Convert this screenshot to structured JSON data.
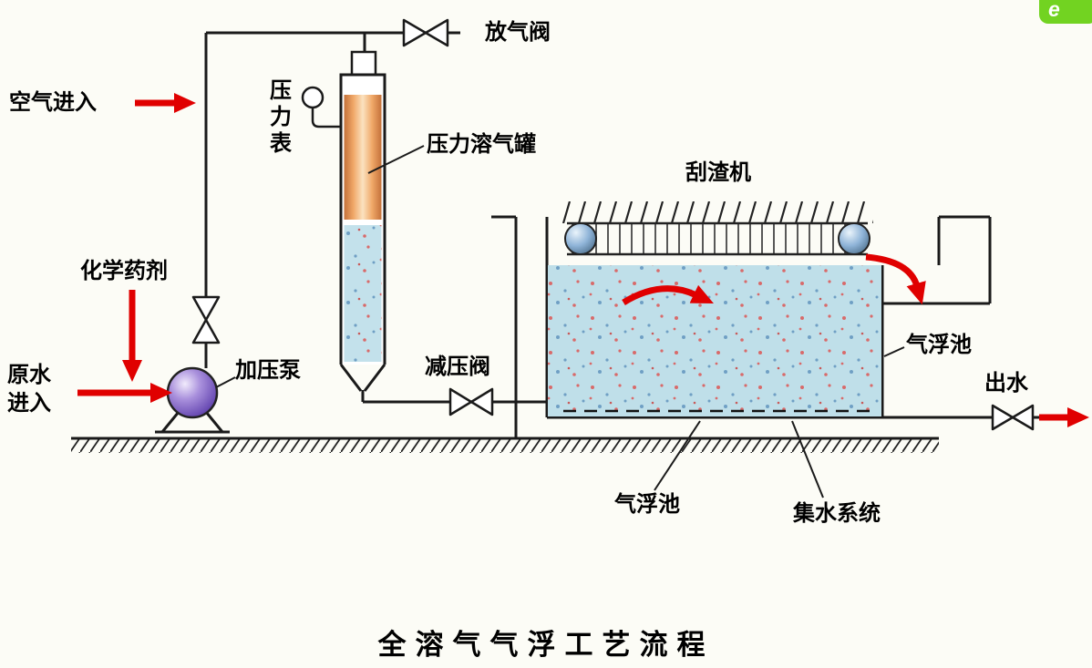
{
  "title": "全溶气气浮工艺流程",
  "watermark": {
    "letter": "e"
  },
  "labels": {
    "air_in": "空气进入",
    "air_release_valve": "放气阀",
    "pressure_gauge": "压力表",
    "pressure_tank": "压力溶气罐",
    "chemical_agent": "化学药剂",
    "raw_water_in": "原水进入",
    "pressure_pump": "加压泵",
    "pressure_reducing_valve": "减压阀",
    "scraper": "刮渣机",
    "flotation_tank_side": "气浮池",
    "water_out": "出水",
    "flotation_tank_bottom": "气浮池",
    "water_collection_system": "集水系统"
  },
  "colors": {
    "arrow_red": "#e00000",
    "saturator_orange": "#f0a868",
    "water_blue": "#bfdfe9",
    "pump_purple": "#6a4cb4",
    "wheel_blue": "#8fb4d8",
    "logo_green": "#72d321",
    "line_black": "#1a1a1a"
  }
}
